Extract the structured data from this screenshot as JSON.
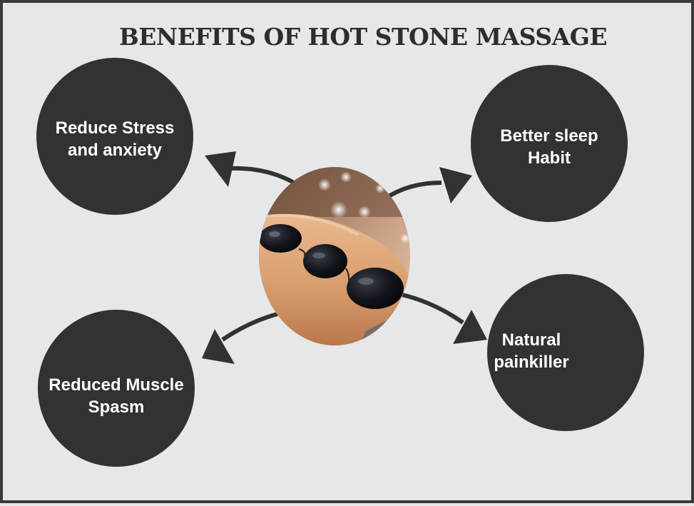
{
  "title": "BENEFITS OF HOT STONE MASSAGE",
  "benefits": {
    "top_left": {
      "line1": "Reduce Stress",
      "line2": "and anxiety"
    },
    "top_right": {
      "line1": "Better sleep",
      "line2": "Habit"
    },
    "bottom_left": {
      "line1": "Reduced Muscle",
      "line2": "Spasm"
    },
    "bottom_right": {
      "line1": "Natural",
      "line2": "painkiller"
    }
  },
  "colors": {
    "background": "#e6e7e9",
    "circle": "#333132",
    "arrow": "#333132",
    "text_on_circle": "#ffffff"
  },
  "center_image": {
    "icon": "hot-stone-massage-photo"
  }
}
